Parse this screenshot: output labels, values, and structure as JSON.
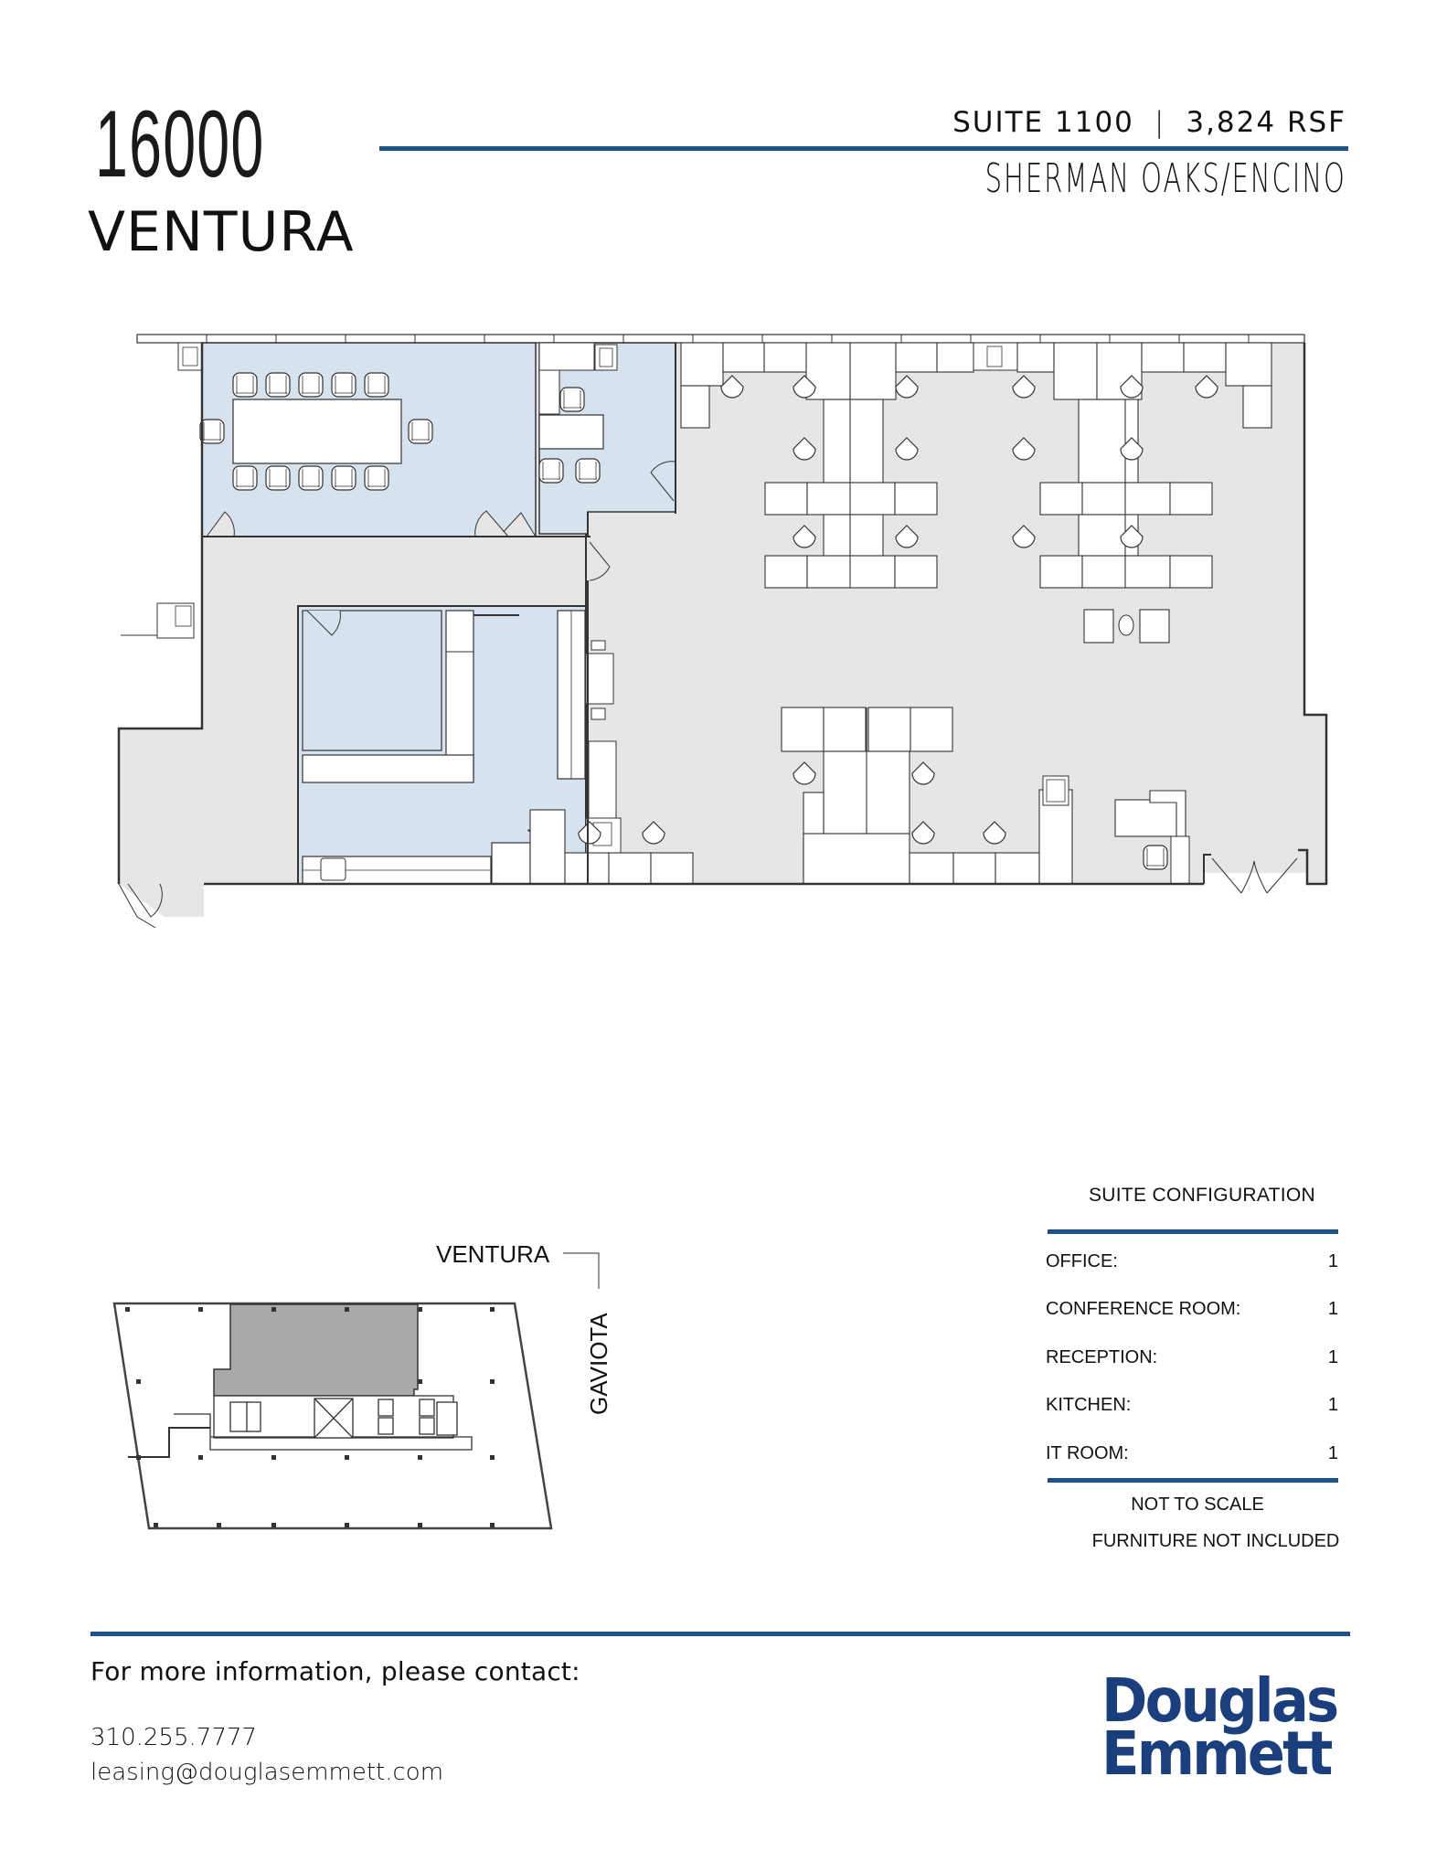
{
  "header": {
    "address_number": "16000",
    "address_street": "VENTURA",
    "suite": "SUITE 1100",
    "separator": "|",
    "area": "3,824 RSF",
    "location": "SHERMAN OAKS/ENCINO"
  },
  "floor_plan": {
    "description": "Suite 1100 floor plan",
    "colors": {
      "room_fill": "#d6e2ee",
      "open_fill": "#e6e6e6",
      "furniture_fill": "#ffffff",
      "wall_stroke": "#333333"
    }
  },
  "key_plan": {
    "street_top": "VENTURA",
    "street_right": "GAVIOTA",
    "colors": {
      "suite_fill": "#a9a9a9",
      "outline": "#444444"
    }
  },
  "suite_configuration": {
    "title": "SUITE CONFIGURATION",
    "rows": [
      {
        "label": "OFFICE:",
        "value": "1"
      },
      {
        "label": "CONFERENCE ROOM:",
        "value": "1"
      },
      {
        "label": "RECEPTION:",
        "value": "1"
      },
      {
        "label": "KITCHEN:",
        "value": "1"
      },
      {
        "label": "IT ROOM:",
        "value": "1"
      }
    ],
    "note_scale": "NOT TO SCALE",
    "note_furniture": "FURNITURE NOT INCLUDED"
  },
  "footer": {
    "contact_heading": "For more information, please contact:",
    "phone": "310.255.7777",
    "email": "leasing@douglasemmett.com",
    "logo_line1": "Douglas",
    "logo_line2": "Emmett",
    "accent_color": "#1c5288",
    "logo_color": "#1b3f7c"
  }
}
